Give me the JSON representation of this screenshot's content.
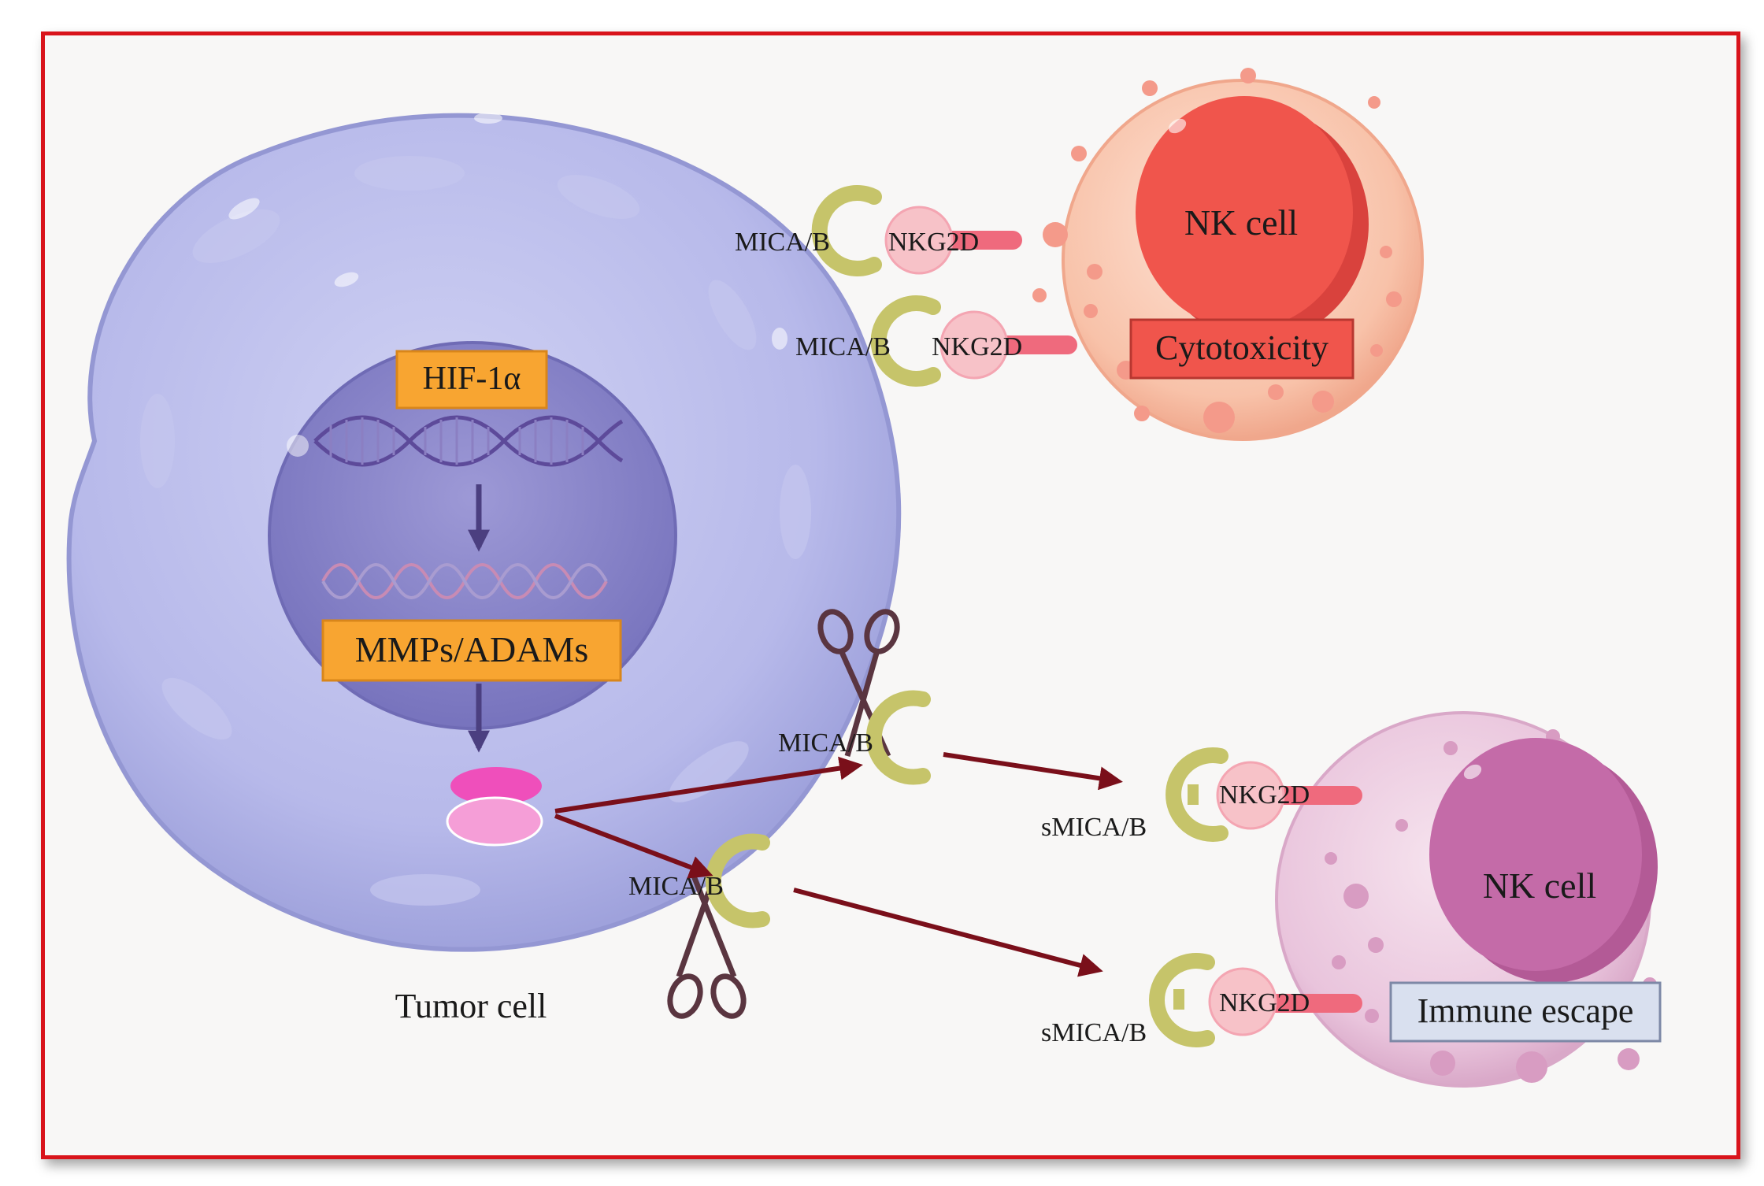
{
  "tumor_cell": {
    "label": "Tumor cell",
    "hif_label": "HIF-1α",
    "mmp_label": "MMPs/ADAMs"
  },
  "bound_pairs": [
    {
      "ligand_label": "MICA/B",
      "receptor_label": "NKG2D"
    },
    {
      "ligand_label": "MICA/B",
      "receptor_label": "NKG2D"
    }
  ],
  "nk_active": {
    "label": "NK cell",
    "effect_label": "Cytotoxicity"
  },
  "cleavage": [
    {
      "ligand_label": "MICA/B"
    },
    {
      "ligand_label": "MICA/B"
    }
  ],
  "soluble_pairs": [
    {
      "ligand_label": "sMICA/B",
      "receptor_label": "NKG2D"
    },
    {
      "ligand_label": "sMICA/B",
      "receptor_label": "NKG2D"
    }
  ],
  "nk_inhibited": {
    "label": "NK cell",
    "effect_label": "Immune escape"
  },
  "colors": {
    "frame_border": "#d9141b",
    "tumor_cytoplasm": "#b3b5e6",
    "tumor_nucleus": "#8c88cc",
    "nk_active_body": "#f8c4ad",
    "nk_active_nucleus": "#f0554c",
    "nk_inhibited_body": "#e9c5dd",
    "nk_inhibited_nucleus": "#c46ba8",
    "label_box_orange": "#f8a531",
    "arrow_darkred": "#7a0f1a",
    "ligand_olive": "#c6c46a",
    "receptor_pink": "#f7c2c8"
  }
}
